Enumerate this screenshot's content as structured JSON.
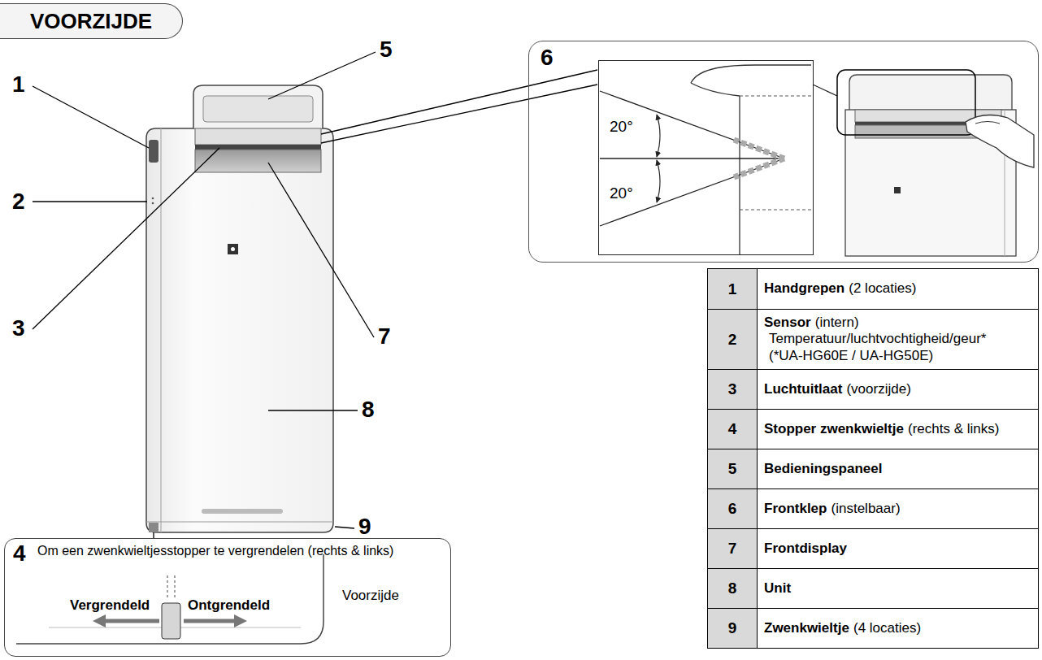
{
  "diagram": {
    "title": "VOORZIJDE",
    "nodes": [
      {
        "text": [
          "6"
        ]
      },
      {
        "text": [
          "20°",
          "20°"
        ],
        "in": 0
      },
      {
        "text": [
          "4",
          "Om een zwenkwieltjesstopper te vergrendelen (rechts & links)",
          "Vergrendeld",
          "Ontgrendeld",
          "Voorzijde"
        ]
      }
    ],
    "labels": [
      "1",
      "2",
      "3",
      "5",
      "7",
      "8",
      "9",
      "1",
      "Handgrepen",
      "(2 locaties)",
      "2",
      "Sensor",
      "(intern)",
      "Temperatuur/luchtvochtigheid/geur*",
      "(*UA-HG60E / UA-HG50E)",
      "3",
      "Luchtuitlaat",
      "(voorzijde)",
      "4",
      "Stopper zwenkwieltje",
      "(rechts & links)",
      "5",
      "Bedieningspaneel",
      "6",
      "Frontklep",
      "(instelbaar)",
      "7",
      "Frontdisplay",
      "8",
      "Unit",
      "9",
      "Zwenkwieltje",
      "(4 locaties)"
    ]
  }
}
